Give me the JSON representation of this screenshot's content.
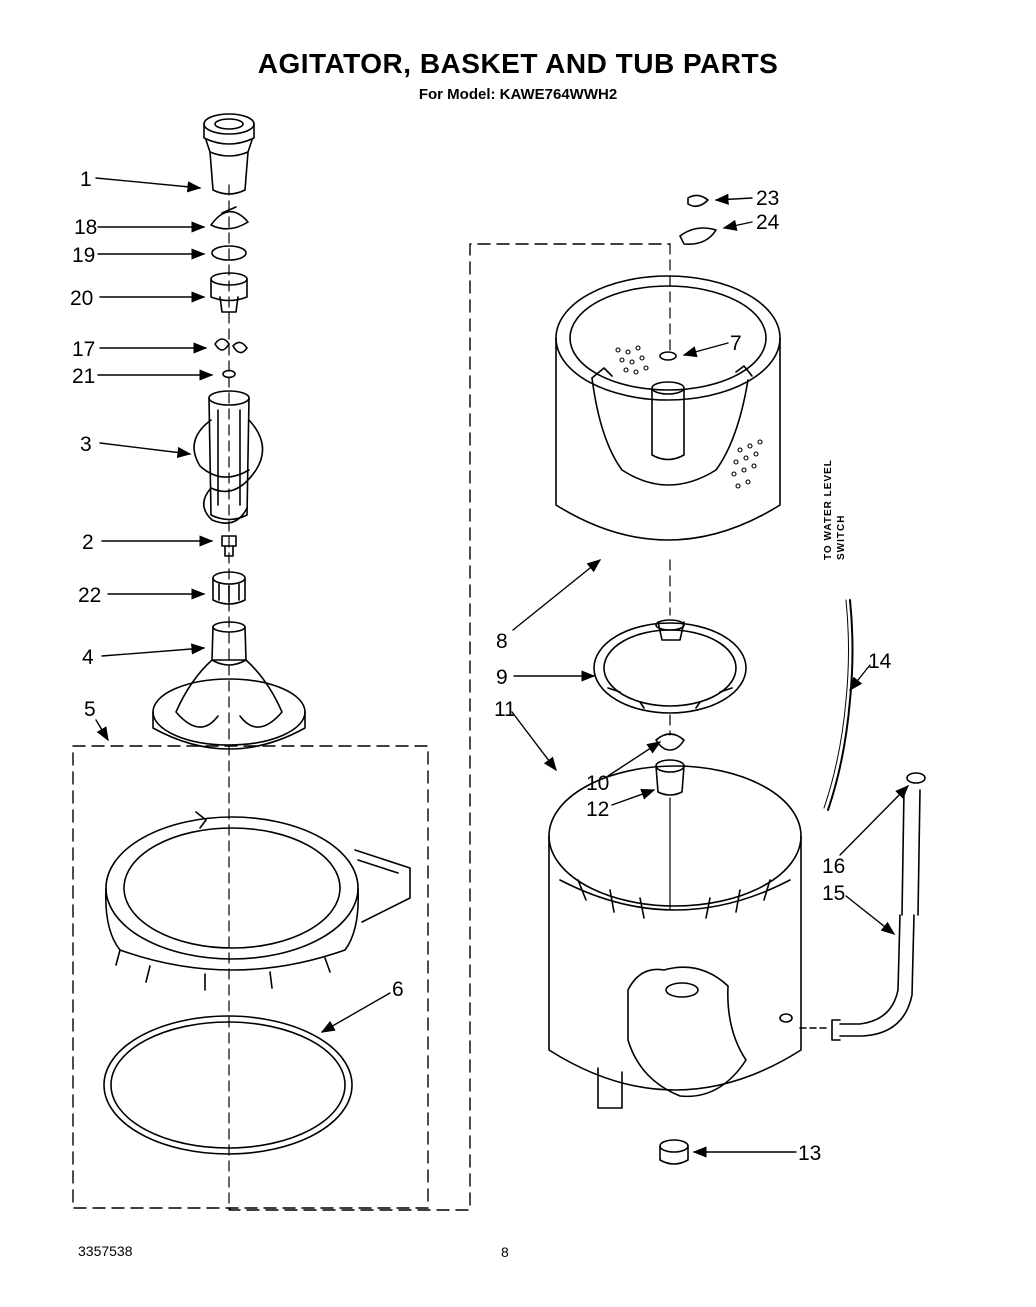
{
  "title": "AGITATOR, BASKET AND TUB PARTS",
  "subtitle": "For Model: KAWE764WWH2",
  "footer": {
    "doc_number": "3357538",
    "page": "8"
  },
  "side_note": [
    "TO WATER LEVEL",
    "SWITCH"
  ],
  "labels": {
    "p1": "1",
    "p18": "18",
    "p19": "19",
    "p20": "20",
    "p17": "17",
    "p21": "21",
    "p3": "3",
    "p2": "2",
    "p22": "22",
    "p4": "4",
    "p5": "5",
    "p6": "6",
    "p23": "23",
    "p24": "24",
    "p7": "7",
    "p8": "8",
    "p9": "9",
    "p11": "11",
    "p10": "10",
    "p12": "12",
    "p13": "13",
    "p14": "14",
    "p16": "16",
    "p15": "15"
  }
}
